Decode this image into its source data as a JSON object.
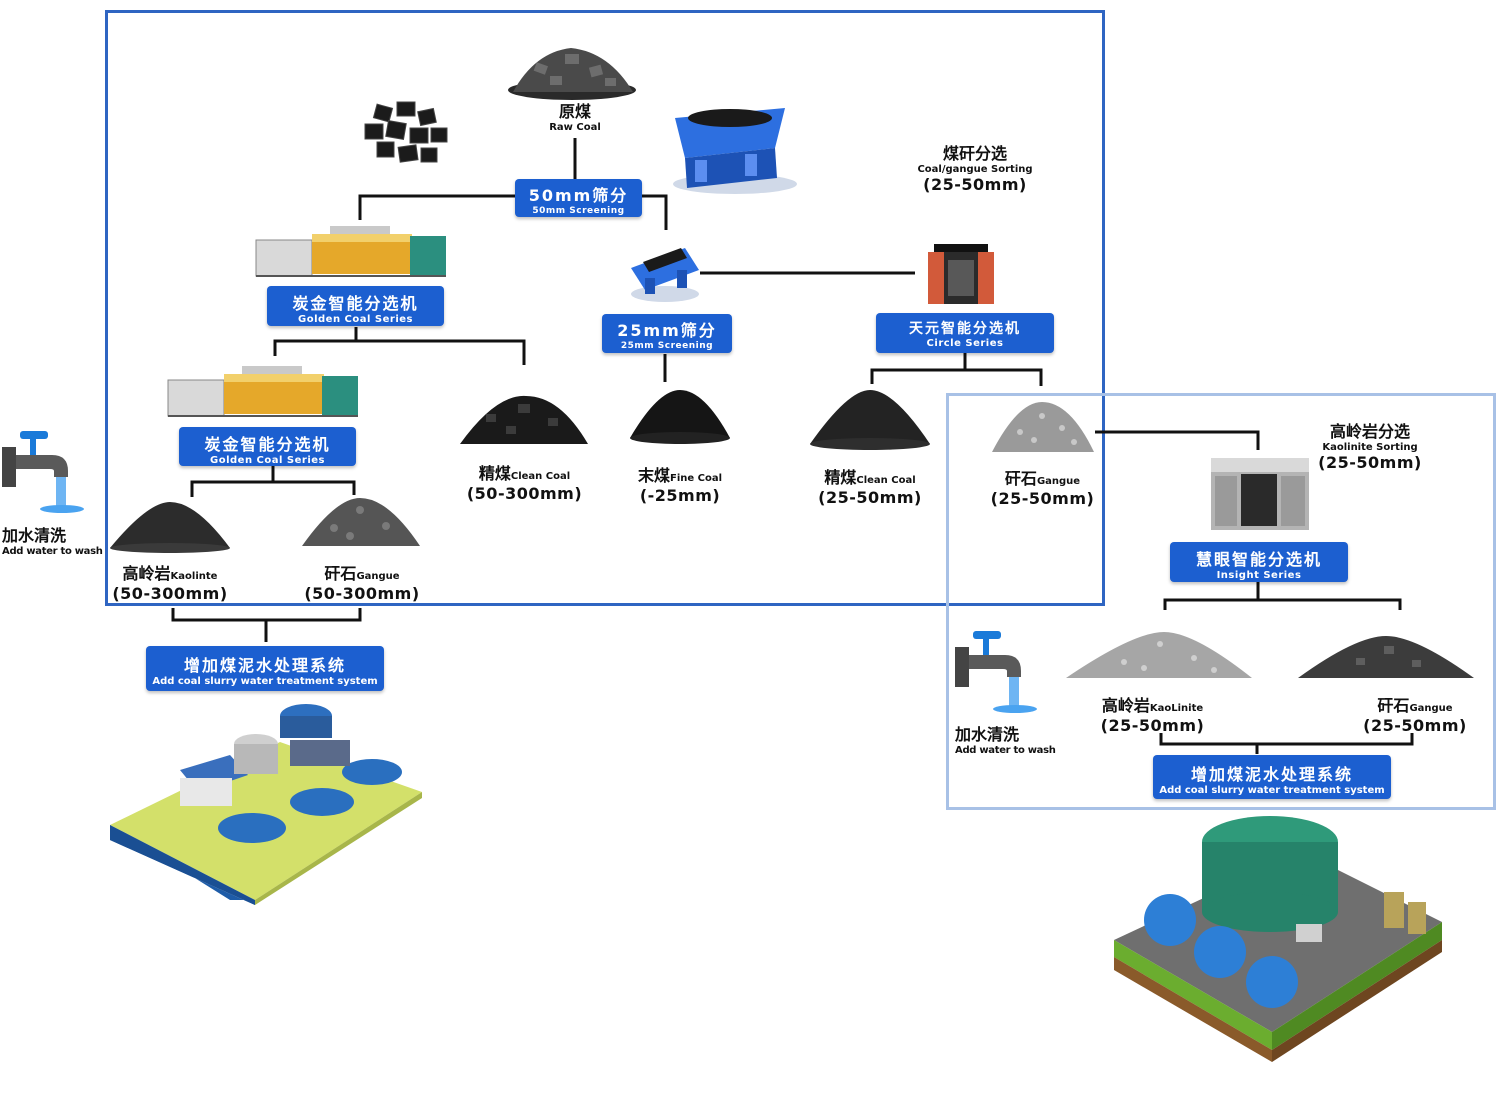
{
  "top_title": {
    "cn": "原煤",
    "en": "Raw Coal"
  },
  "coal_sorting": {
    "cn": "煤矸分选",
    "en": "Coal/gangue Sorting",
    "size": "(25-50mm)"
  },
  "kaolin_sorting": {
    "cn": "高岭岩分选",
    "en": "Kaolinite Sorting",
    "size": "(25-50mm)"
  },
  "screen50": {
    "cn": "50mm筛分",
    "en": "50mm Screening"
  },
  "screen25": {
    "cn": "25mm筛分",
    "en": "25mm Screening"
  },
  "golden1": {
    "cn": "炭金智能分选机",
    "en": "Golden Coal Series"
  },
  "golden2": {
    "cn": "炭金智能分选机",
    "en": "Golden Coal Series"
  },
  "circle": {
    "cn": "天元智能分选机",
    "en": "Circle Series"
  },
  "insight": {
    "cn": "慧眼智能分选机",
    "en": "Insight Series"
  },
  "slurry1": {
    "cn": "增加煤泥水处理系统",
    "en": "Add coal slurry water treatment system"
  },
  "slurry2": {
    "cn": "增加煤泥水处理系统",
    "en": "Add coal slurry water treatment system"
  },
  "wash1": {
    "cn": "加水清洗",
    "en": "Add water to wash"
  },
  "wash2": {
    "cn": "加水清洗",
    "en": "Add water to wash"
  },
  "products": {
    "kaolin_a": {
      "cn": "高岭岩",
      "en": "Kaolinte",
      "size": "(50-300mm)"
    },
    "gangue_a": {
      "cn": "矸石",
      "en": "Gangue",
      "size": "(50-300mm)"
    },
    "clean_a": {
      "cn": "精煤",
      "en": "Clean Coal",
      "size": "(50-300mm)"
    },
    "fine": {
      "cn": "末煤",
      "en": "Fine Coal",
      "size": "(-25mm)"
    },
    "clean_b": {
      "cn": "精煤",
      "en": "Clean Coal",
      "size": "(25-50mm)"
    },
    "gangue_b": {
      "cn": "矸石",
      "en": "Gangue",
      "size": "(25-50mm)"
    },
    "kaolin_c": {
      "cn": "高岭岩",
      "en": "KaoLinite",
      "size": "(25-50mm)"
    },
    "gangue_c": {
      "cn": "矸石",
      "en": "Gangue",
      "size": "(25-50mm)"
    }
  },
  "colors": {
    "button": "#1c5fd0",
    "frame_main": "#2f65c2",
    "frame_kaolin": "#a8c1e6",
    "line": "#111111"
  }
}
